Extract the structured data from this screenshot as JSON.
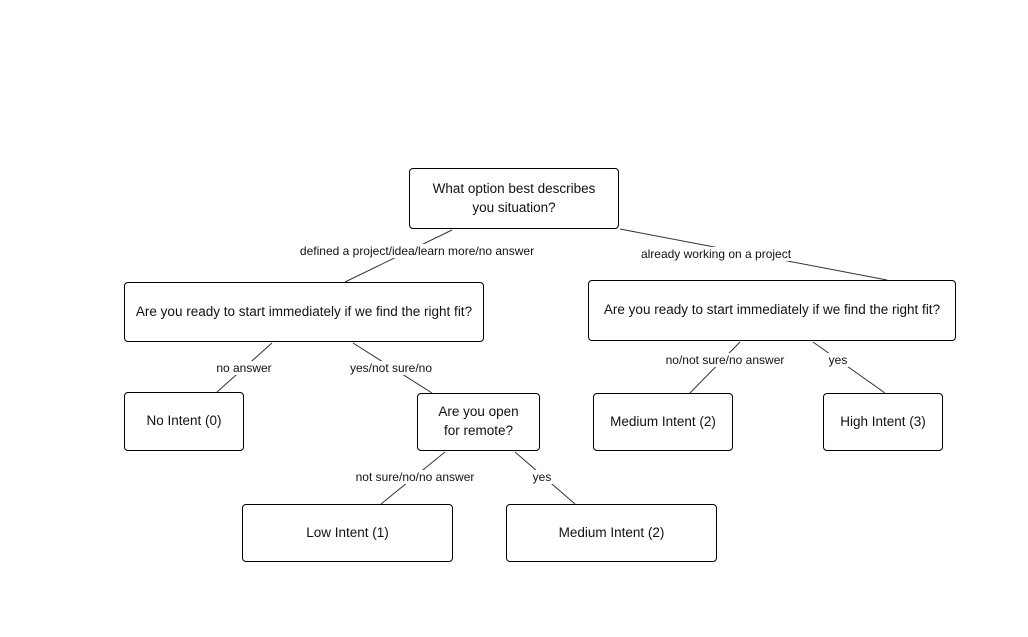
{
  "diagram": {
    "type": "decision-tree",
    "nodes": [
      {
        "id": "root",
        "label": "What option best describes you situation?"
      },
      {
        "id": "ready-left",
        "label": "Are you ready to start immediately if we find the right fit?"
      },
      {
        "id": "ready-right",
        "label": "Are you ready to start immediately if we find the right fit?"
      },
      {
        "id": "no-intent",
        "label": "No Intent (0)"
      },
      {
        "id": "open-remote",
        "label": "Are you open for remote?"
      },
      {
        "id": "medium-intent-right",
        "label": "Medium Intent (2)"
      },
      {
        "id": "high-intent",
        "label": "High Intent (3)"
      },
      {
        "id": "low-intent",
        "label": "Low Intent (1)"
      },
      {
        "id": "medium-intent-bottom",
        "label": "Medium Intent (2)"
      }
    ],
    "edges": [
      {
        "from": "root",
        "to": "ready-left",
        "label": "defined a project/idea/learn more/no answer"
      },
      {
        "from": "root",
        "to": "ready-right",
        "label": "already working on a project"
      },
      {
        "from": "ready-left",
        "to": "no-intent",
        "label": "no answer"
      },
      {
        "from": "ready-left",
        "to": "open-remote",
        "label": "yes/not sure/no"
      },
      {
        "from": "ready-right",
        "to": "medium-intent-right",
        "label": "no/not sure/no answer"
      },
      {
        "from": "ready-right",
        "to": "high-intent",
        "label": "yes"
      },
      {
        "from": "open-remote",
        "to": "low-intent",
        "label": "not sure/no/no answer"
      },
      {
        "from": "open-remote",
        "to": "medium-intent-bottom",
        "label": "yes"
      }
    ],
    "colors": {
      "box_border": "#000000",
      "box_background": "#ffffff",
      "text": "#111111",
      "line": "#333333",
      "canvas": "#ffffff"
    }
  }
}
